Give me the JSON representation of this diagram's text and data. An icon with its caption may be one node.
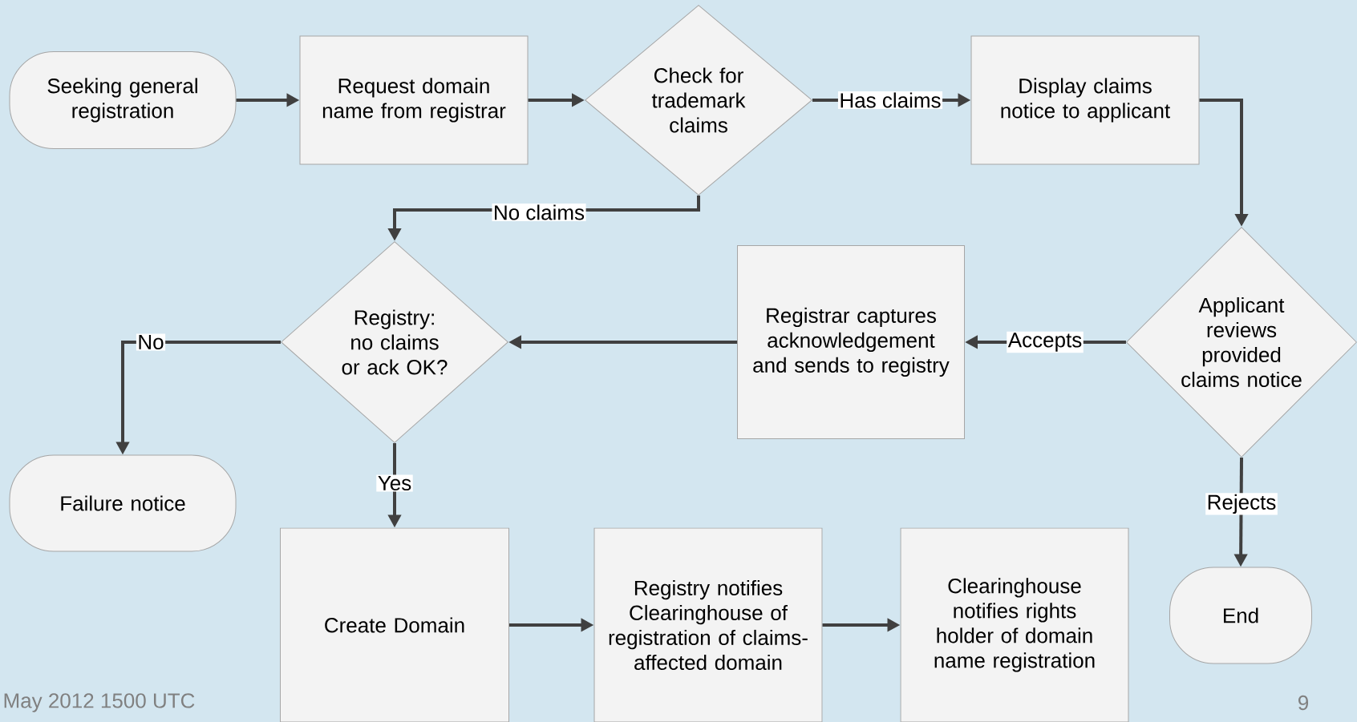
{
  "diagram": {
    "nodes": [
      {
        "text": [
          "Seeking general registration"
        ]
      },
      {
        "text": [
          "Request domain name from registrar"
        ]
      },
      {
        "text": [
          "Check for trademark claims"
        ]
      },
      {
        "text": [
          "Display claims notice to applicant"
        ]
      },
      {
        "text": [
          "Applicant reviews provided claims notice"
        ]
      },
      {
        "text": [
          "Registrar captures acknowledgement and sends to registry"
        ]
      },
      {
        "text": [
          "Registry: no claims or ack OK?"
        ]
      },
      {
        "text": [
          "Failure notice"
        ]
      },
      {
        "text": [
          "Create Domain"
        ]
      },
      {
        "text": [
          "Registry notifies Clearinghouse of registration of claims-affected domain"
        ]
      },
      {
        "text": [
          "Clearinghouse notifies rights holder of domain name registration"
        ]
      },
      {
        "text": [
          "End"
        ]
      }
    ],
    "edges": [
      {
        "from": 0,
        "to": 1,
        "arrow": "to"
      },
      {
        "from": 1,
        "to": 2,
        "arrow": "to"
      },
      {
        "from": 2,
        "to": 3,
        "arrow": "to",
        "label": "Has claims"
      },
      {
        "from": 3,
        "to": 4,
        "arrow": "to"
      },
      {
        "from": 2,
        "to": 6,
        "arrow": "to",
        "label": "No claims"
      },
      {
        "from": 4,
        "to": 5,
        "arrow": "to",
        "label": "Accepts"
      },
      {
        "from": 5,
        "to": 6,
        "arrow": "to"
      },
      {
        "from": 6,
        "to": 7,
        "arrow": "to",
        "label": "No"
      },
      {
        "from": 6,
        "to": 8,
        "arrow": "to",
        "label": "Yes"
      },
      {
        "from": 8,
        "to": 9,
        "arrow": "to"
      },
      {
        "from": 9,
        "to": 10,
        "arrow": "to"
      },
      {
        "from": 4,
        "to": 11,
        "arrow": "to",
        "label": "Rejects"
      }
    ],
    "labels": [
      "May 2012 1500 UTC",
      "9"
    ]
  }
}
